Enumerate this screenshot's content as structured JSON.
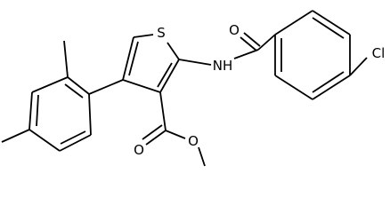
{
  "structure": {
    "atom_labels": {
      "sulfur": "S",
      "amide_nitrogen": "NH",
      "amide_oxygen": "O",
      "chlorine": "Cl",
      "ester_carbonyl_oxygen": "O",
      "ester_ether_oxygen": "O"
    },
    "colors": {
      "bond": "#000000",
      "label": "#000000",
      "background": "#ffffff"
    }
  }
}
